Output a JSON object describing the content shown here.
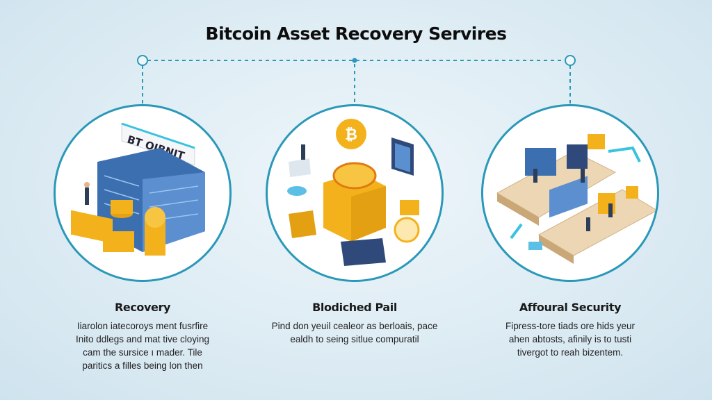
{
  "title": "Bitcoin Asset Recovery Servires",
  "colors": {
    "accent": "#2a98b8",
    "coin": "#f3b21b",
    "server": "#3c6fb0"
  },
  "panels": [
    {
      "heading": "Recovery",
      "lines": [
        "Iiarolon iatecoroys ment fusrfire",
        "Inito ddlegs and mat tive cloying",
        "cam the sursice ı mader. Tile",
        "paritics a filles being lon then"
      ],
      "sign_text": "BT OIBNIT"
    },
    {
      "heading": "Blodiched Pail",
      "lines": [
        "Pind don yeuil cealeor as berloais, pace",
        "ealdh to seing sitlue compuratil"
      ]
    },
    {
      "heading": "Affoural Security",
      "lines": [
        "Fipress-tore tiads ore hids yeur",
        "ahen abtosts, afinily is to tusti",
        "tivergot to reah bizentem."
      ]
    }
  ]
}
